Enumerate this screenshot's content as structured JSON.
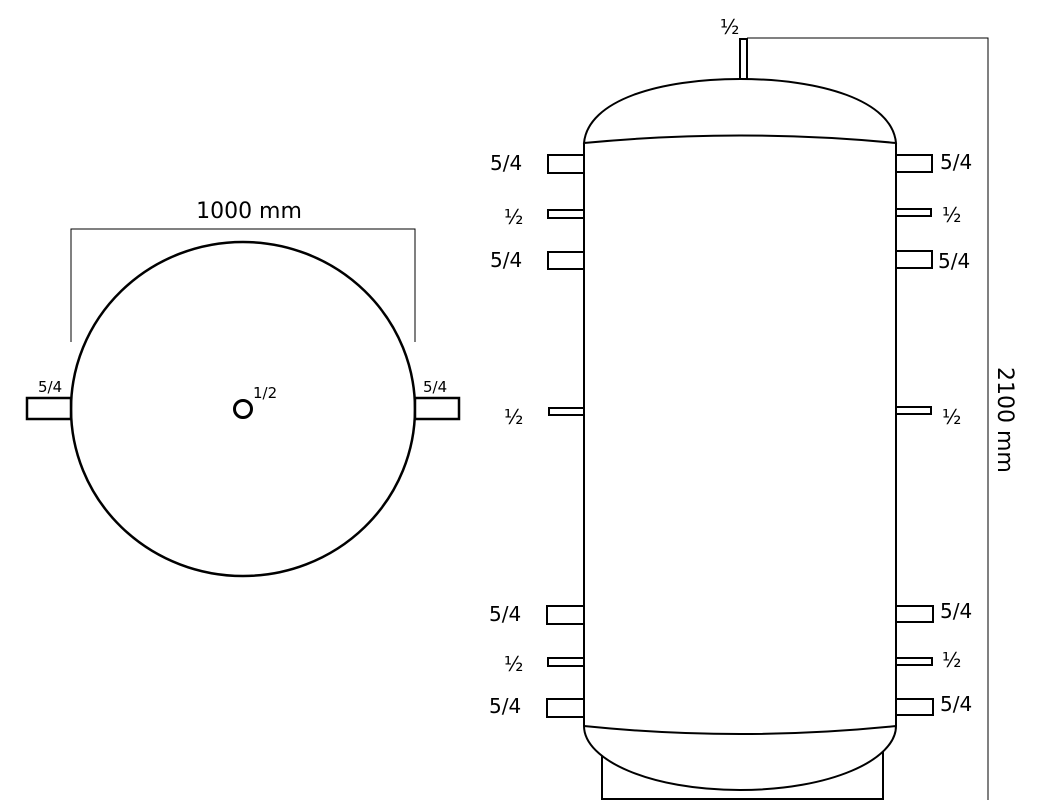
{
  "diagram": {
    "type": "technical-drawing",
    "subject": "buffer tank",
    "colors": {
      "stroke": "#000000",
      "background": "#ffffff"
    }
  },
  "top_view": {
    "diameter_label": "1000 mm",
    "left_port_label": "5/4",
    "right_port_label": "5/4",
    "center_port_label": "1/2"
  },
  "side_view": {
    "top_port_label": "½",
    "height_label": "2100 mm",
    "left_ports": [
      "5/4",
      "½",
      "5/4",
      "½",
      "5/4",
      "½",
      "5/4"
    ],
    "right_ports": [
      "5/4",
      "½",
      "5/4",
      "½",
      "5/4",
      "½",
      "5/4"
    ]
  }
}
